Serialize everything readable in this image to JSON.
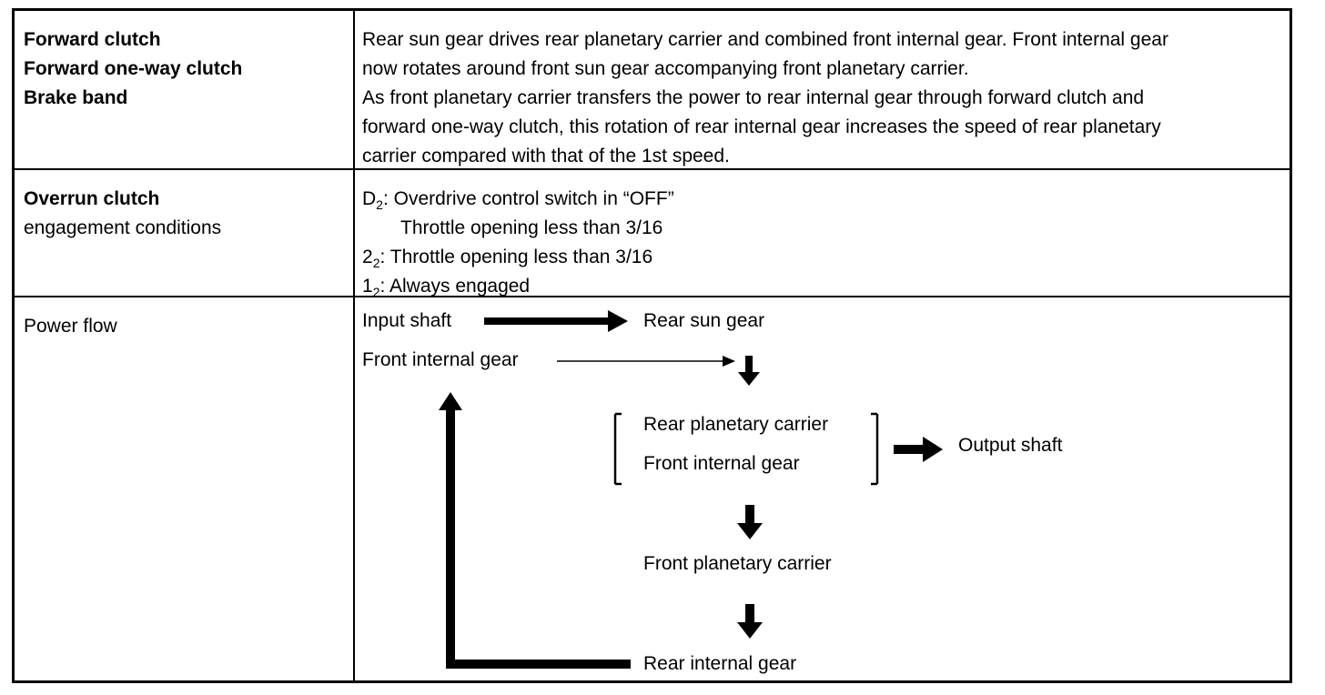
{
  "row1": {
    "components": [
      "Forward clutch",
      "Forward one-way clutch",
      "Brake band"
    ],
    "description": [
      "Rear sun gear drives rear planetary carrier and combined front internal gear. Front internal gear",
      "now rotates around front sun gear accompanying front planetary carrier.",
      "As front planetary carrier transfers the power to rear internal gear through forward clutch and",
      "forward one-way clutch, this rotation of rear internal gear increases the speed of rear planetary",
      "carrier compared with that of the 1st speed."
    ]
  },
  "row2": {
    "title": "Overrun clutch",
    "subtitle": "engagement conditions",
    "conditions": [
      {
        "range": "D",
        "sub": "2",
        "text": ": Overdrive control switch in “OFF”"
      },
      {
        "range": "",
        "sub": "",
        "text": "Throttle opening less than 3/16"
      },
      {
        "range": "2",
        "sub": "2",
        "text": ": Throttle opening less than 3/16"
      },
      {
        "range": "1",
        "sub": "2",
        "text": ": Always engaged"
      }
    ]
  },
  "row3": {
    "label": "Power flow",
    "nodes": {
      "input_shaft": "Input shaft",
      "rear_sun_gear": "Rear sun gear",
      "front_internal_gear": "Front internal gear",
      "rear_planetary_carrier": "Rear planetary carrier",
      "front_internal_gear_2": "Front internal gear",
      "output_shaft": "Output shaft",
      "front_planetary_carrier": "Front planetary carrier",
      "rear_internal_gear": "Rear internal gear"
    }
  }
}
